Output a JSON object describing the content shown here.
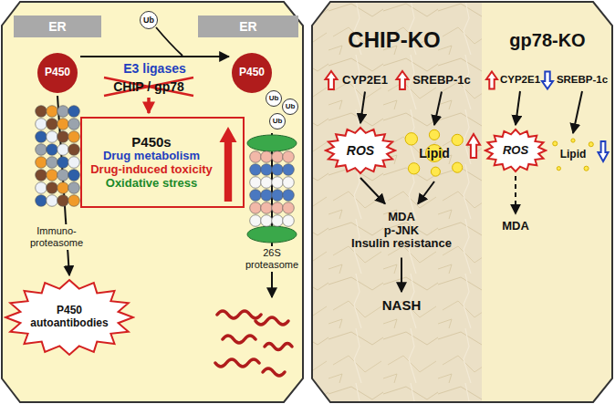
{
  "diagram": {
    "nodes": [
      {
        "text": [
          "ER"
        ]
      },
      {
        "text": [
          "ER"
        ]
      },
      {
        "text": [
          "Ub"
        ]
      },
      {
        "text": [
          "P450"
        ]
      },
      {
        "text": [
          "P450"
        ]
      },
      {
        "text": [
          "Ub"
        ]
      },
      {
        "text": [
          "Ub"
        ]
      },
      {
        "text": [
          "Ub"
        ]
      },
      {
        "text": [
          "P450s",
          "Drug metabolism",
          "Drug-induced toxicity",
          "Oxidative stress"
        ]
      },
      {
        "text": [
          "P450 autoantibodies"
        ]
      },
      {
        "text": [
          "CYP2E1"
        ]
      },
      {
        "text": [
          "SREBP-1c"
        ]
      },
      {
        "text": [
          "CYP2E1"
        ]
      },
      {
        "text": [
          "SREBP-1c"
        ]
      },
      {
        "text": [
          "ROS"
        ]
      },
      {
        "text": [
          "Lipid"
        ]
      },
      {
        "text": [
          "ROS"
        ]
      },
      {
        "text": [
          "Lipid"
        ]
      },
      {
        "text": [
          "MDA",
          "p-JNK",
          "Insulin resistance"
        ]
      },
      {
        "text": [
          "MDA"
        ]
      },
      {
        "text": [
          "NASH"
        ]
      }
    ],
    "edges": [
      {
        "from": 3,
        "to": 4,
        "arrow": "to",
        "label": "E3 ligases"
      },
      {
        "from": 3,
        "to": 9,
        "arrow": "to"
      },
      {
        "from": 10,
        "to": 14,
        "arrow": "to"
      },
      {
        "from": 11,
        "to": 15,
        "arrow": "to"
      },
      {
        "from": 12,
        "to": 16,
        "arrow": "to"
      },
      {
        "from": 13,
        "to": 17,
        "arrow": "to"
      },
      {
        "from": 14,
        "to": 18,
        "arrow": "to"
      },
      {
        "from": 15,
        "to": 18,
        "arrow": "to"
      },
      {
        "from": 16,
        "to": 19,
        "arrow": "to"
      },
      {
        "from": 18,
        "to": 20,
        "arrow": "to"
      }
    ],
    "labels": [
      "CHIP / gp78",
      "Immuno- proteasome",
      "26S proteasome",
      "CHIP-KO",
      "gp78-KO"
    ]
  }
}
